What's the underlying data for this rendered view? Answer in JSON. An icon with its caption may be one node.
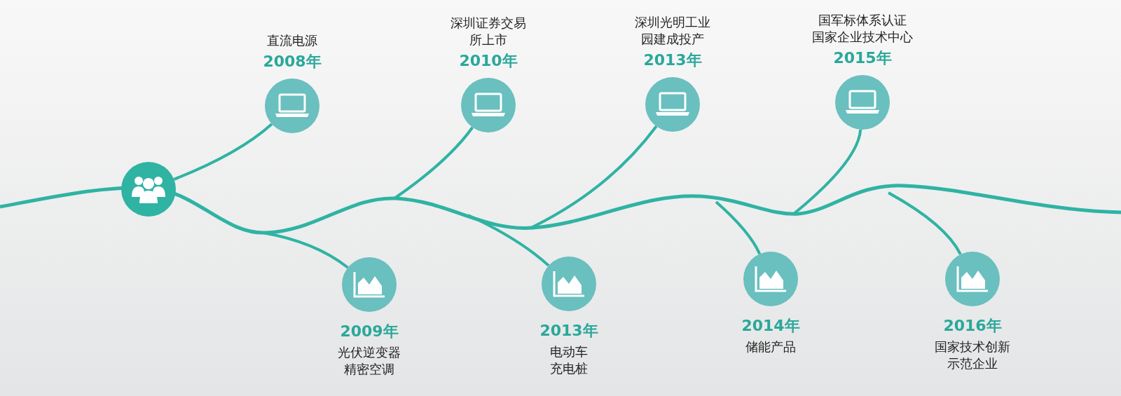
{
  "diagram": {
    "nodes": [
      {
        "text": [],
        "shape": "circle"
      },
      {
        "text": [
          "直流电源",
          "2008年"
        ]
      },
      {
        "text": [
          "2009年",
          "光伏逆变器",
          "精密空调"
        ]
      },
      {
        "text": [
          "深圳证券交易所上市",
          "2010年"
        ]
      },
      {
        "text": [
          "2013年",
          "电动车充电桩"
        ]
      },
      {
        "text": [
          "深圳光明工业园建成投产",
          "2013年"
        ]
      },
      {
        "text": [
          "2014年",
          "储能产品"
        ]
      },
      {
        "text": [
          "国军标体系认证",
          "国家企业技术中心",
          "2015年"
        ]
      },
      {
        "text": [
          "2016年",
          "国家技术创新示范企业"
        ]
      }
    ],
    "edges": [
      {
        "from": 0,
        "to": 1,
        "arrow": "none"
      },
      {
        "from": null,
        "to": 2,
        "arrow": "none"
      },
      {
        "from": null,
        "to": 3,
        "arrow": "none"
      },
      {
        "from": null,
        "to": 4,
        "arrow": "none"
      },
      {
        "from": null,
        "to": 5,
        "arrow": "none"
      },
      {
        "from": null,
        "to": 6,
        "arrow": "none"
      },
      {
        "from": null,
        "to": 7,
        "arrow": "none"
      },
      {
        "from": null,
        "to": 8,
        "arrow": "none"
      }
    ]
  }
}
